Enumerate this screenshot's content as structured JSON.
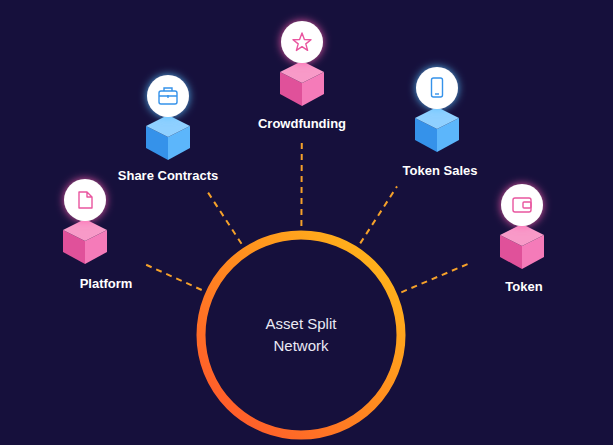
{
  "diagram": {
    "nodes": [
      {
        "text": [
          "Platform"
        ]
      },
      {
        "text": [
          "Share Contracts"
        ]
      },
      {
        "text": [
          "Crowdfunding"
        ]
      },
      {
        "text": [
          "Token Sales"
        ]
      },
      {
        "text": [
          "Token"
        ]
      },
      {
        "text": [
          "Asset Split Network"
        ]
      }
    ],
    "edges": [
      {
        "from": 5,
        "to": 0,
        "arrow": "none"
      },
      {
        "from": 5,
        "to": 1,
        "arrow": "none"
      },
      {
        "from": 5,
        "to": 2,
        "arrow": "none"
      },
      {
        "from": 5,
        "to": 3,
        "arrow": "none"
      },
      {
        "from": 5,
        "to": 4,
        "arrow": "none"
      }
    ]
  }
}
